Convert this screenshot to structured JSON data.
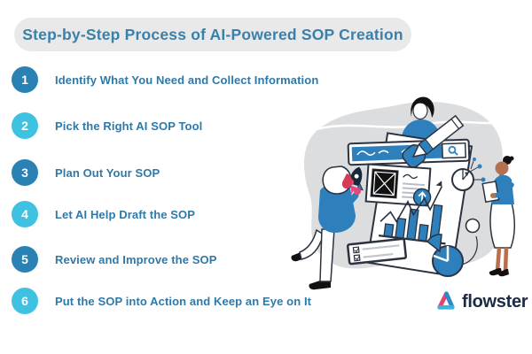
{
  "title": "Step-by-Step Process of AI-Powered SOP Creation",
  "steps": [
    {
      "number": "1",
      "label": "Identify What You Need and Collect Information"
    },
    {
      "number": "2",
      "label": "Pick the Right AI SOP Tool"
    },
    {
      "number": "3",
      "label": "Plan Out Your SOP"
    },
    {
      "number": "4",
      "label": "Let AI Help Draft the SOP"
    },
    {
      "number": "5",
      "label": "Review and Improve the SOP"
    },
    {
      "number": "6",
      "label": "Put the SOP into Action and Keep an Eye on It"
    }
  ],
  "brand": {
    "logo_text": "flowster"
  },
  "colors": {
    "step_circle_dark": "#2a81b4",
    "step_circle_light": "#3fc2e2",
    "step_text": "#2f79a9",
    "title_text": "#3a80a9",
    "title_pill_bg": "#e9e9ea",
    "illustration_blue": "#2e80bd",
    "illustration_pink": "#e9457c",
    "illustration_outline": "#2b3340",
    "background_blob_gray": "#dcdddf",
    "logo_navy": "#1b2b45",
    "logo_pink": "#e8436f",
    "logo_blue": "#2f86c8"
  },
  "illustration": {
    "description": "Team of three people building an SOP document",
    "icons": [
      "background-blob",
      "search-bar",
      "magnifier-icon",
      "pencil-icon",
      "image-placeholder-card",
      "up-arrow-badge-icon",
      "bar-chart-icon",
      "trend-line-icon",
      "checklist-icon",
      "pie-chart-icon",
      "gear-icon",
      "network-dots-icon",
      "rocket-icon",
      "person-top",
      "person-left",
      "person-right"
    ]
  }
}
